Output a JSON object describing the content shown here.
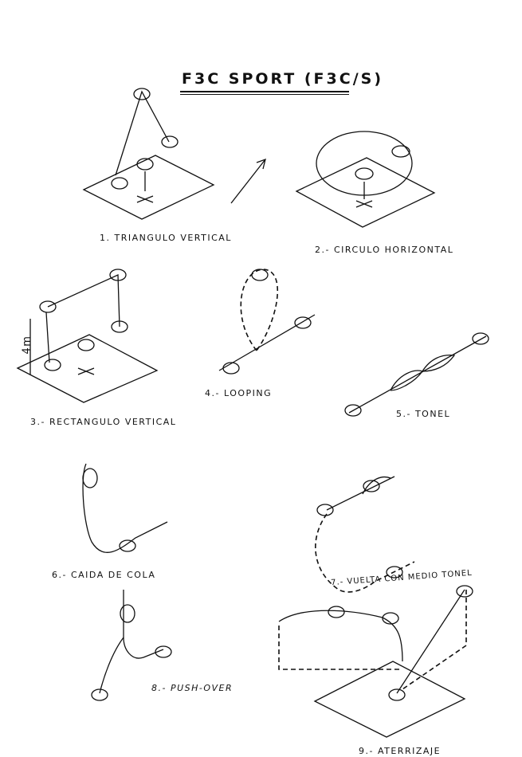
{
  "title": "F3C SPORT (F3C/S)",
  "maneuvers": [
    {
      "label": "1. TRIANGULO VERTICAL"
    },
    {
      "label": "2.- CIRCULO HORIZONTAL"
    },
    {
      "label": "3.- RECTANGULO VERTICAL"
    },
    {
      "label": "4.- LOOPING"
    },
    {
      "label": "5.- TONEL"
    },
    {
      "label": "6.- CAIDA DE COLA"
    },
    {
      "label": "7.- VUELTA CON MEDIO TONEL"
    },
    {
      "label": "8.- PUSH-OVER"
    },
    {
      "label": "9.- ATERRIZAJE"
    }
  ],
  "height_mark": "4m"
}
